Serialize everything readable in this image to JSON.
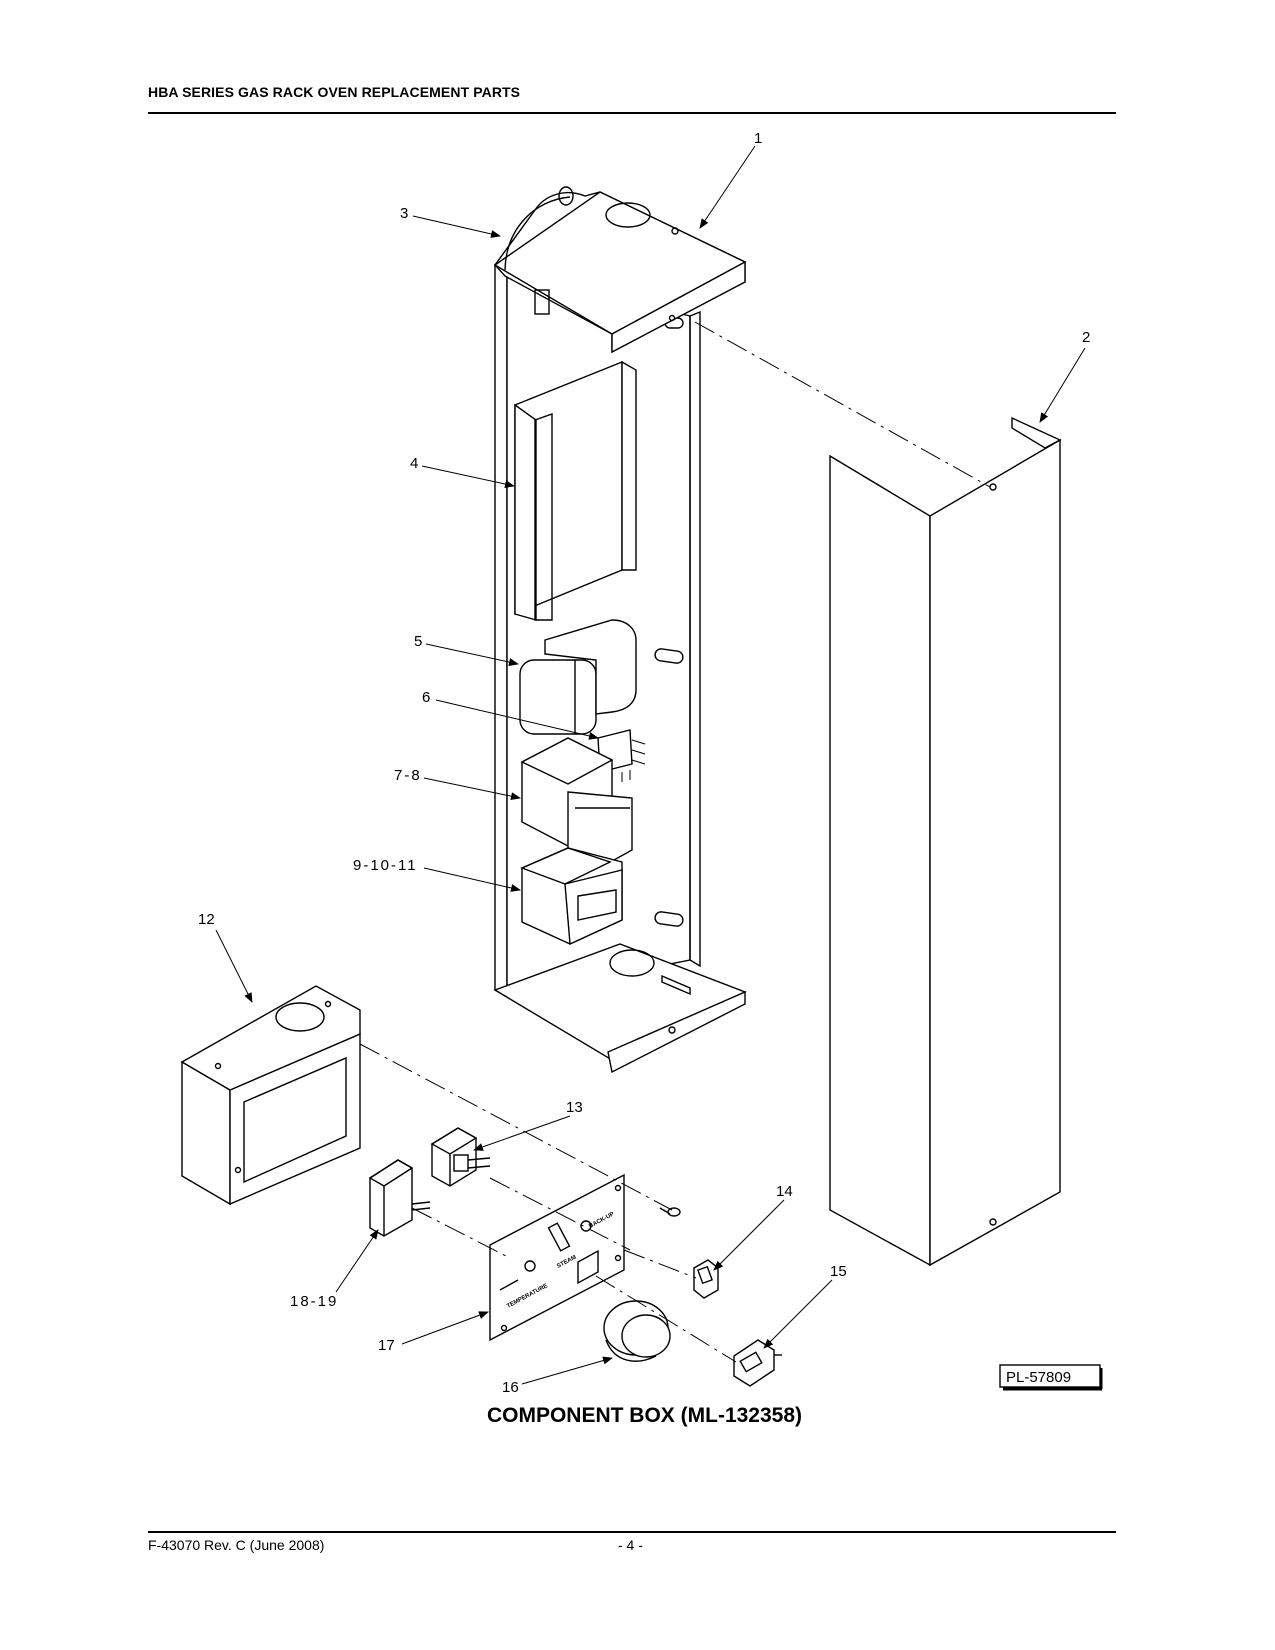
{
  "header": {
    "title": "HBA SERIES GAS RACK OVEN REPLACEMENT PARTS"
  },
  "footer": {
    "doc_ref": "F-43070 Rev. C (June 2008)",
    "page_number": "- 4 -"
  },
  "figure": {
    "caption": "COMPONENT BOX (ML-132358)",
    "plate_number": "PL-57809",
    "callouts": [
      "1",
      "2",
      "3",
      "4",
      "5",
      "6",
      "7-8",
      "9-10-11",
      "12",
      "13",
      "14",
      "15",
      "16",
      "17",
      "18-19"
    ],
    "panel_labels": {
      "steam": "STEAM",
      "backup": "BACK-\nUP",
      "temperature": "TEMPERATURE"
    }
  }
}
